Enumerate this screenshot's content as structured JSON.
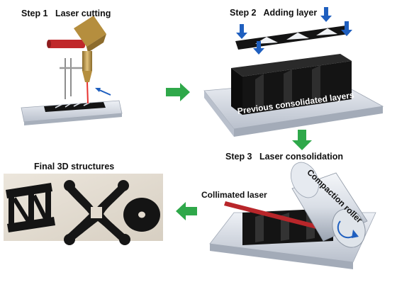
{
  "steps": {
    "step1": {
      "number": "Step 1",
      "name": "Laser cutting"
    },
    "step2": {
      "number": "Step 2",
      "name": "Adding layer"
    },
    "step3": {
      "number": "Step 3",
      "name": "Laser consolidation"
    }
  },
  "labels": {
    "previous_layers": "Previous consolidated layers",
    "final": "Final 3D structures",
    "collimated_laser": "Collimated laser",
    "compaction_roller": "Compaction roller"
  },
  "colors": {
    "arrow_green": "#2fa84a",
    "arrow_blue": "#1f5fbf",
    "laser_red": "#c0282a",
    "nozzle_gold": "#c8a24e",
    "platform": "#d8dde6",
    "part_black": "#141414"
  }
}
